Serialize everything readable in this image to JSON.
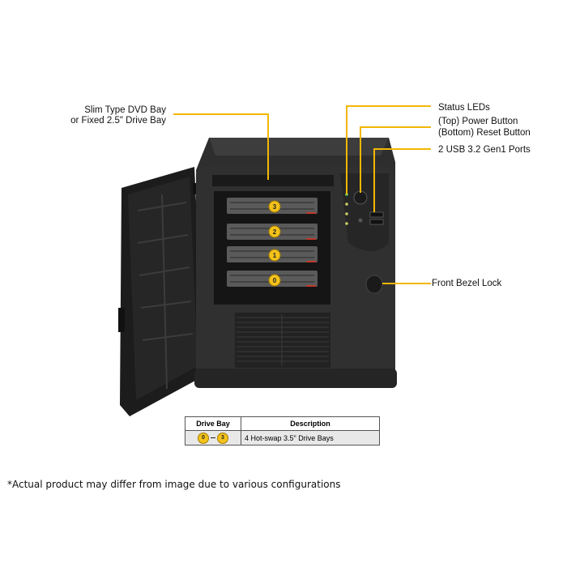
{
  "callouts": {
    "dvd_bay_line1": "Slim Type  DVD Bay",
    "dvd_bay_line2": "or Fixed 2.5\" Drive Bay",
    "status_leds": "Status LEDs",
    "power_button": "(Top) Power Button",
    "reset_button": "(Bottom) Reset Button",
    "usb_ports": "2 USB 3.2 Gen1 Ports",
    "bezel_lock": "Front Bezel Lock"
  },
  "drive_bays": [
    "3",
    "2",
    "1",
    "0"
  ],
  "table": {
    "col_bay": "Drive Bay",
    "col_desc": "Description",
    "row_from": "0",
    "row_to": "3",
    "row_desc": "4 Hot-swap  3.5\" Drive  Bays"
  },
  "footnote": "*Actual product may differ from image due to various configurations",
  "colors": {
    "callout_line": "#f2b705",
    "chassis": "#2b2b2b",
    "badge": "#f3c21b"
  }
}
